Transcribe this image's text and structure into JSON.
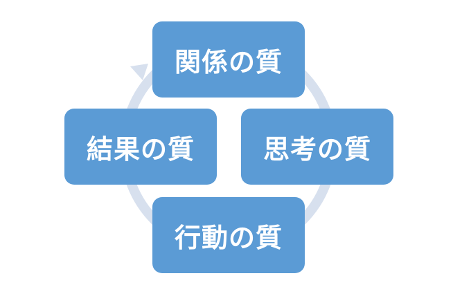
{
  "diagram": {
    "type": "cycle",
    "colors": {
      "node_fill": "#5b9bd5",
      "node_text": "#ffffff",
      "ring": "#d7e0ee"
    },
    "nodes": [
      {
        "id": "relationship",
        "label": "関係の質"
      },
      {
        "id": "thinking",
        "label": "思考の質"
      },
      {
        "id": "action",
        "label": "行動の質"
      },
      {
        "id": "result",
        "label": "結果の質"
      }
    ],
    "flow": [
      "relationship",
      "thinking",
      "action",
      "result",
      "relationship"
    ]
  }
}
